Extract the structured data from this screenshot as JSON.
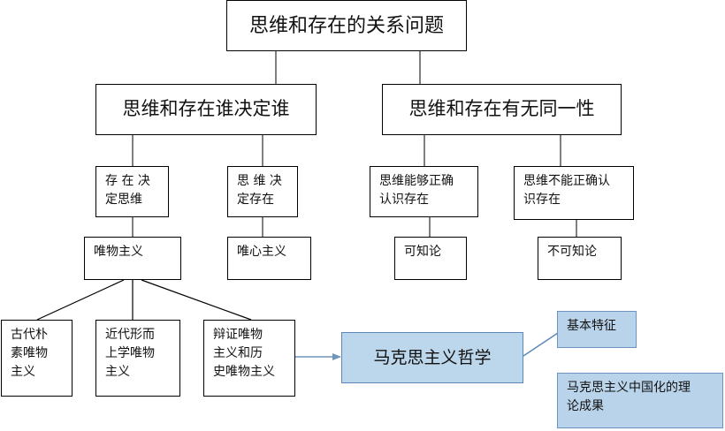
{
  "root": "思维和存在的关系问题",
  "branches": {
    "who_decides": "思维和存在谁决定谁",
    "identity": "思维和存在有无同一性"
  },
  "level3": {
    "existence_decides": "存 在 决\n定思维",
    "thinking_decides": "思 维 决\n定存在",
    "can_know": "思维能够正确\n认识存在",
    "cannot_know": "思维不能正确认\n识存在"
  },
  "level4": {
    "materialism": "唯物主义",
    "idealism": "唯心主义",
    "knowable": "可知论",
    "unknowable": "不可知论"
  },
  "level5": {
    "ancient": "古代朴\n素唯物\n主义",
    "modern": "近代形而\n上学唯物\n主义",
    "dialectical": "辩证唯物\n主义和历\n史唯物主义"
  },
  "marxism": "马克思主义哲学",
  "features": "基本特征",
  "sinicized": "马克思主义中国化的理\n论成果",
  "colors": {
    "line": "#000000",
    "blue_fill": "#bcd6ec",
    "blue_border": "#5d88b5",
    "blue_arrow": "#6f95bd"
  }
}
